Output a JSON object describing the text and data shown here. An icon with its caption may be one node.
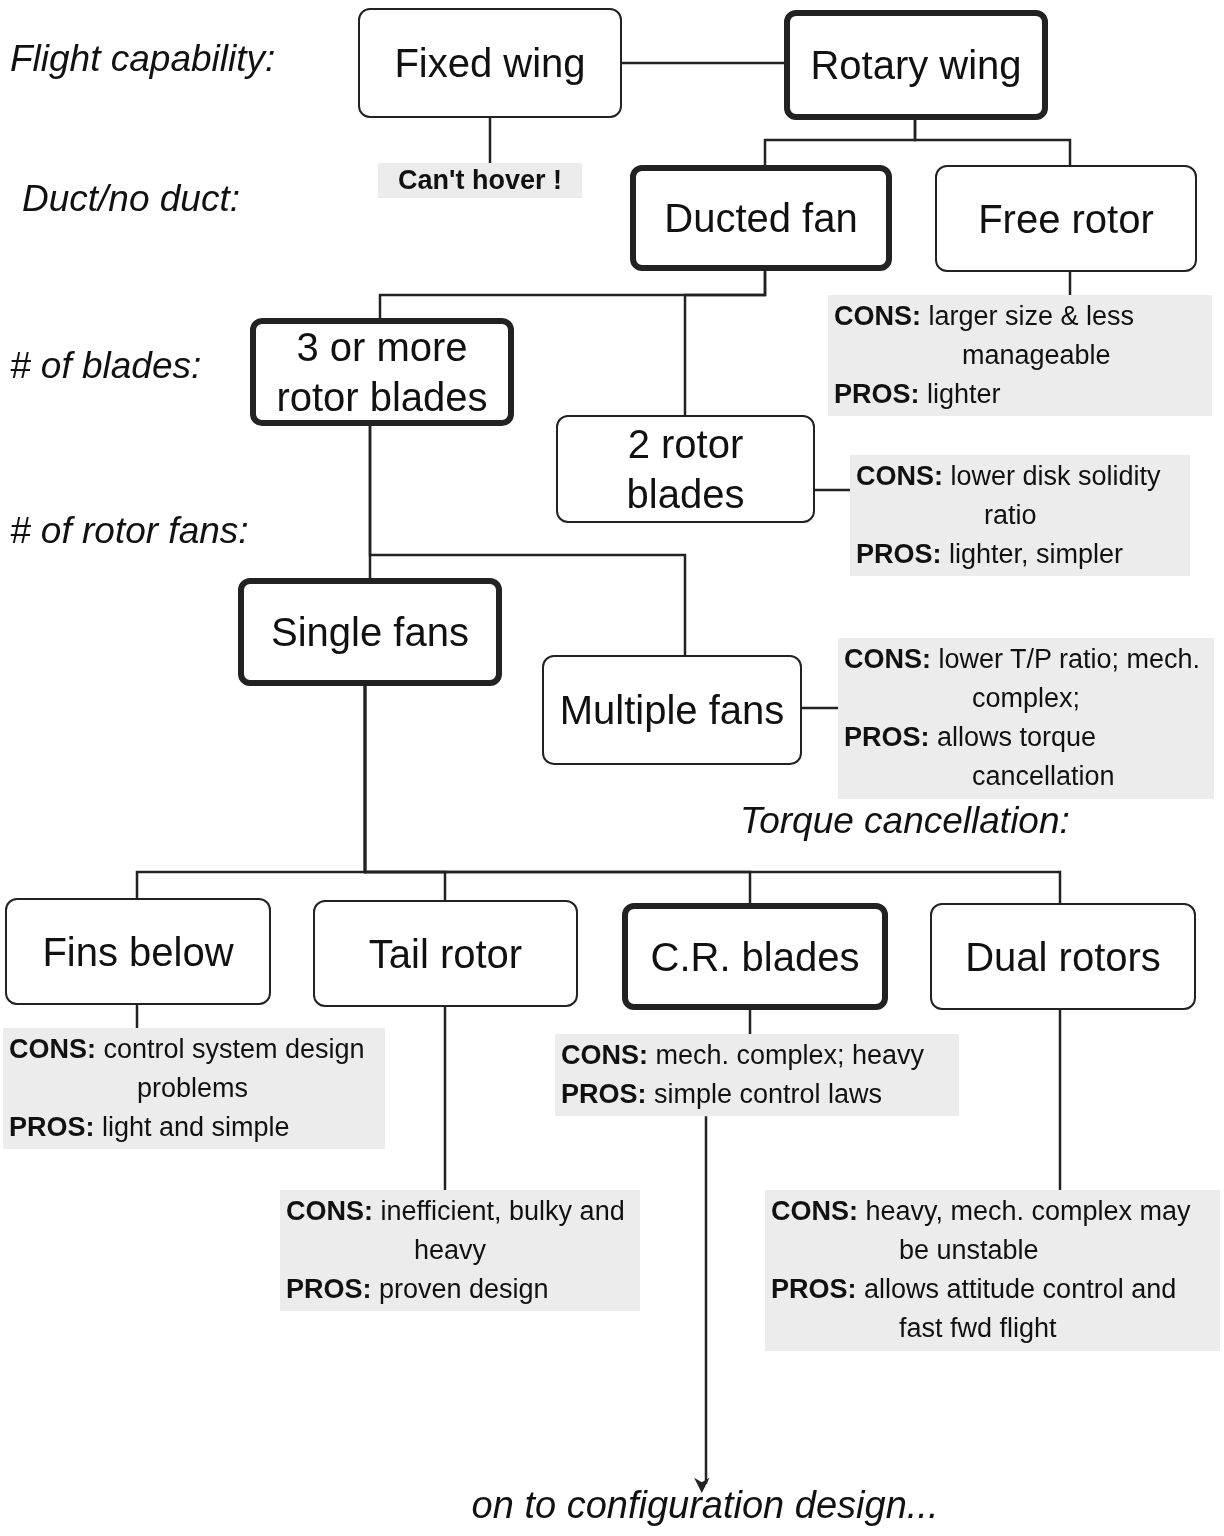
{
  "diagram": {
    "nodes": [
      {
        "text": [
          "Fixed wing"
        ]
      },
      {
        "text": [
          "Rotary wing"
        ]
      },
      {
        "text": [
          "Can't hover !"
        ]
      },
      {
        "text": [
          "Ducted fan"
        ]
      },
      {
        "text": [
          "Free rotor"
        ]
      },
      {
        "text": [
          "**CONS:** larger size & less manageable",
          "**PROS:** lighter"
        ]
      },
      {
        "text": [
          "3 or more rotor blades"
        ]
      },
      {
        "text": [
          "2 rotor blades"
        ]
      },
      {
        "text": [
          "**CONS:** lower disk solidity ratio",
          "**PROS:** lighter, simpler"
        ]
      },
      {
        "text": [
          "Single fans"
        ]
      },
      {
        "text": [
          "Multiple fans"
        ]
      },
      {
        "text": [
          "**CONS:** lower T/P ratio; mech. complex;",
          "**PROS:** allows torque cancellation"
        ]
      },
      {
        "text": [
          "Fins below"
        ]
      },
      {
        "text": [
          "Tail rotor"
        ]
      },
      {
        "text": [
          "C.R. blades"
        ]
      },
      {
        "text": [
          "Dual rotors"
        ]
      },
      {
        "text": [
          "**CONS:** control system design problems",
          "**PROS:** light and simple"
        ]
      },
      {
        "text": [
          "**CONS:** inefficient, bulky and heavy",
          "**PROS:** proven design"
        ]
      },
      {
        "text": [
          "**CONS:** mech. complex; heavy",
          "**PROS:** simple control laws"
        ]
      },
      {
        "text": [
          "**CONS:** heavy, mech. complex may be unstable",
          "**PROS:** allows attitude control and fast fwd flight"
        ]
      },
      {
        "text": [
          "on to configuration design..."
        ]
      }
    ],
    "edges": [
      {
        "from": 0,
        "to": 1,
        "arrow": "none"
      },
      {
        "from": 0,
        "to": 2,
        "arrow": "none"
      },
      {
        "from": 1,
        "to": 3,
        "arrow": "none"
      },
      {
        "from": 1,
        "to": 4,
        "arrow": "none"
      },
      {
        "from": 4,
        "to": 5,
        "arrow": "none"
      },
      {
        "from": 3,
        "to": 6,
        "arrow": "none"
      },
      {
        "from": 3,
        "to": 7,
        "arrow": "none"
      },
      {
        "from": 7,
        "to": 8,
        "arrow": "none"
      },
      {
        "from": 6,
        "to": 9,
        "arrow": "none"
      },
      {
        "from": 6,
        "to": 10,
        "arrow": "none"
      },
      {
        "from": 10,
        "to": 11,
        "arrow": "none"
      },
      {
        "from": 9,
        "to": 12,
        "arrow": "none"
      },
      {
        "from": 9,
        "to": 13,
        "arrow": "none"
      },
      {
        "from": 9,
        "to": 14,
        "arrow": "none"
      },
      {
        "from": 9,
        "to": 15,
        "arrow": "none"
      },
      {
        "from": 12,
        "to": 16,
        "arrow": "none"
      },
      {
        "from": 13,
        "to": 17,
        "arrow": "none"
      },
      {
        "from": 14,
        "to": 18,
        "arrow": "none"
      },
      {
        "from": 15,
        "to": 19,
        "arrow": "none"
      },
      {
        "from": 18,
        "to": 20,
        "arrow": "to"
      }
    ],
    "labels": [
      "Flight capability:",
      "Duct/no duct:",
      "# of blades:",
      "# of rotor fans:",
      "Torque cancellation:"
    ]
  }
}
